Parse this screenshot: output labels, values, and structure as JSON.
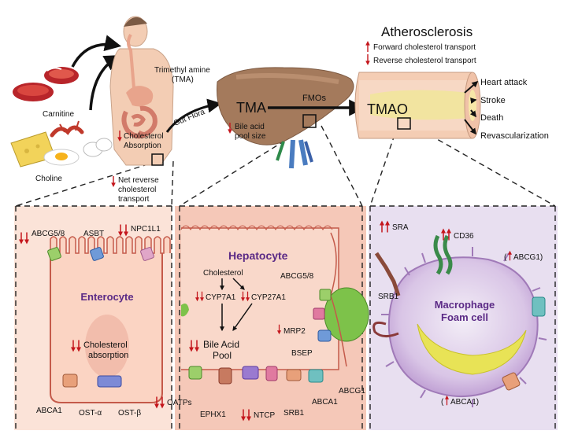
{
  "title": "Atherosclerosis",
  "legend": {
    "forward": "Forward cholesterol transport",
    "reverse": "Reverse cholesterol transport"
  },
  "sources": {
    "carnitine": "Carnitine",
    "choline": "Choline"
  },
  "top_labels": {
    "tma_line1": "Trimethyl amine",
    "tma_line2": "(TMA)",
    "gut_flora": "Gut Flora",
    "tma": "TMA",
    "fmos": "FMOs",
    "tmao": "TMAO",
    "bile_line1": "Bile acid",
    "bile_line2": "pool size",
    "chol_abs_line1": "Cholesterol",
    "chol_abs_line2": "Absorption",
    "net_line1": "Net reverse",
    "net_line2": "cholesterol",
    "net_line3": "transport"
  },
  "outcomes": [
    "Heart attack",
    "Stroke",
    "Death",
    "Revascularization"
  ],
  "enterocyte": {
    "title": "Enterocyte",
    "abcg58": "ABCG5/8",
    "asbt": "ASBT",
    "npc1l1": "NPC1L1",
    "chol_line1": "Cholesterol",
    "chol_line2": "absorption",
    "abca1": "ABCA1",
    "ost_a": "OST-α",
    "ost_b": "OST-β"
  },
  "hepatocyte": {
    "title": "Hepatocyte",
    "cholesterol": "Cholesterol",
    "cyp7a1": "CYP7A1",
    "cyp27a1": "CYP27A1",
    "abcg58": "ABCG5/8",
    "mrp2": "MRP2",
    "bsep": "BSEP",
    "pool_line1": "Bile Acid",
    "pool_line2": "Pool",
    "oatps": "OATPs",
    "ephx1": "EPHX1",
    "ntcp": "NTCP",
    "srb1": "SRB1",
    "abca1": "ABCA1",
    "abcg1": "ABCG1"
  },
  "macrophage": {
    "title_line1": "Macrophage",
    "title_line2": "Foam cell",
    "sra": "SRA",
    "cd36": "CD36",
    "srb1": "SRB1",
    "abcg1": "ABCG1)",
    "abca1": "ABCA1)"
  },
  "colors": {
    "arrow_red": "#c4161c",
    "enterocyte_fill": "#fbe3d8",
    "hepatocyte_fill": "#f5c8b8",
    "macrophage_fill": "#e8dff0",
    "title_purple": "#5b2a86",
    "liver": "#a47a5c"
  }
}
